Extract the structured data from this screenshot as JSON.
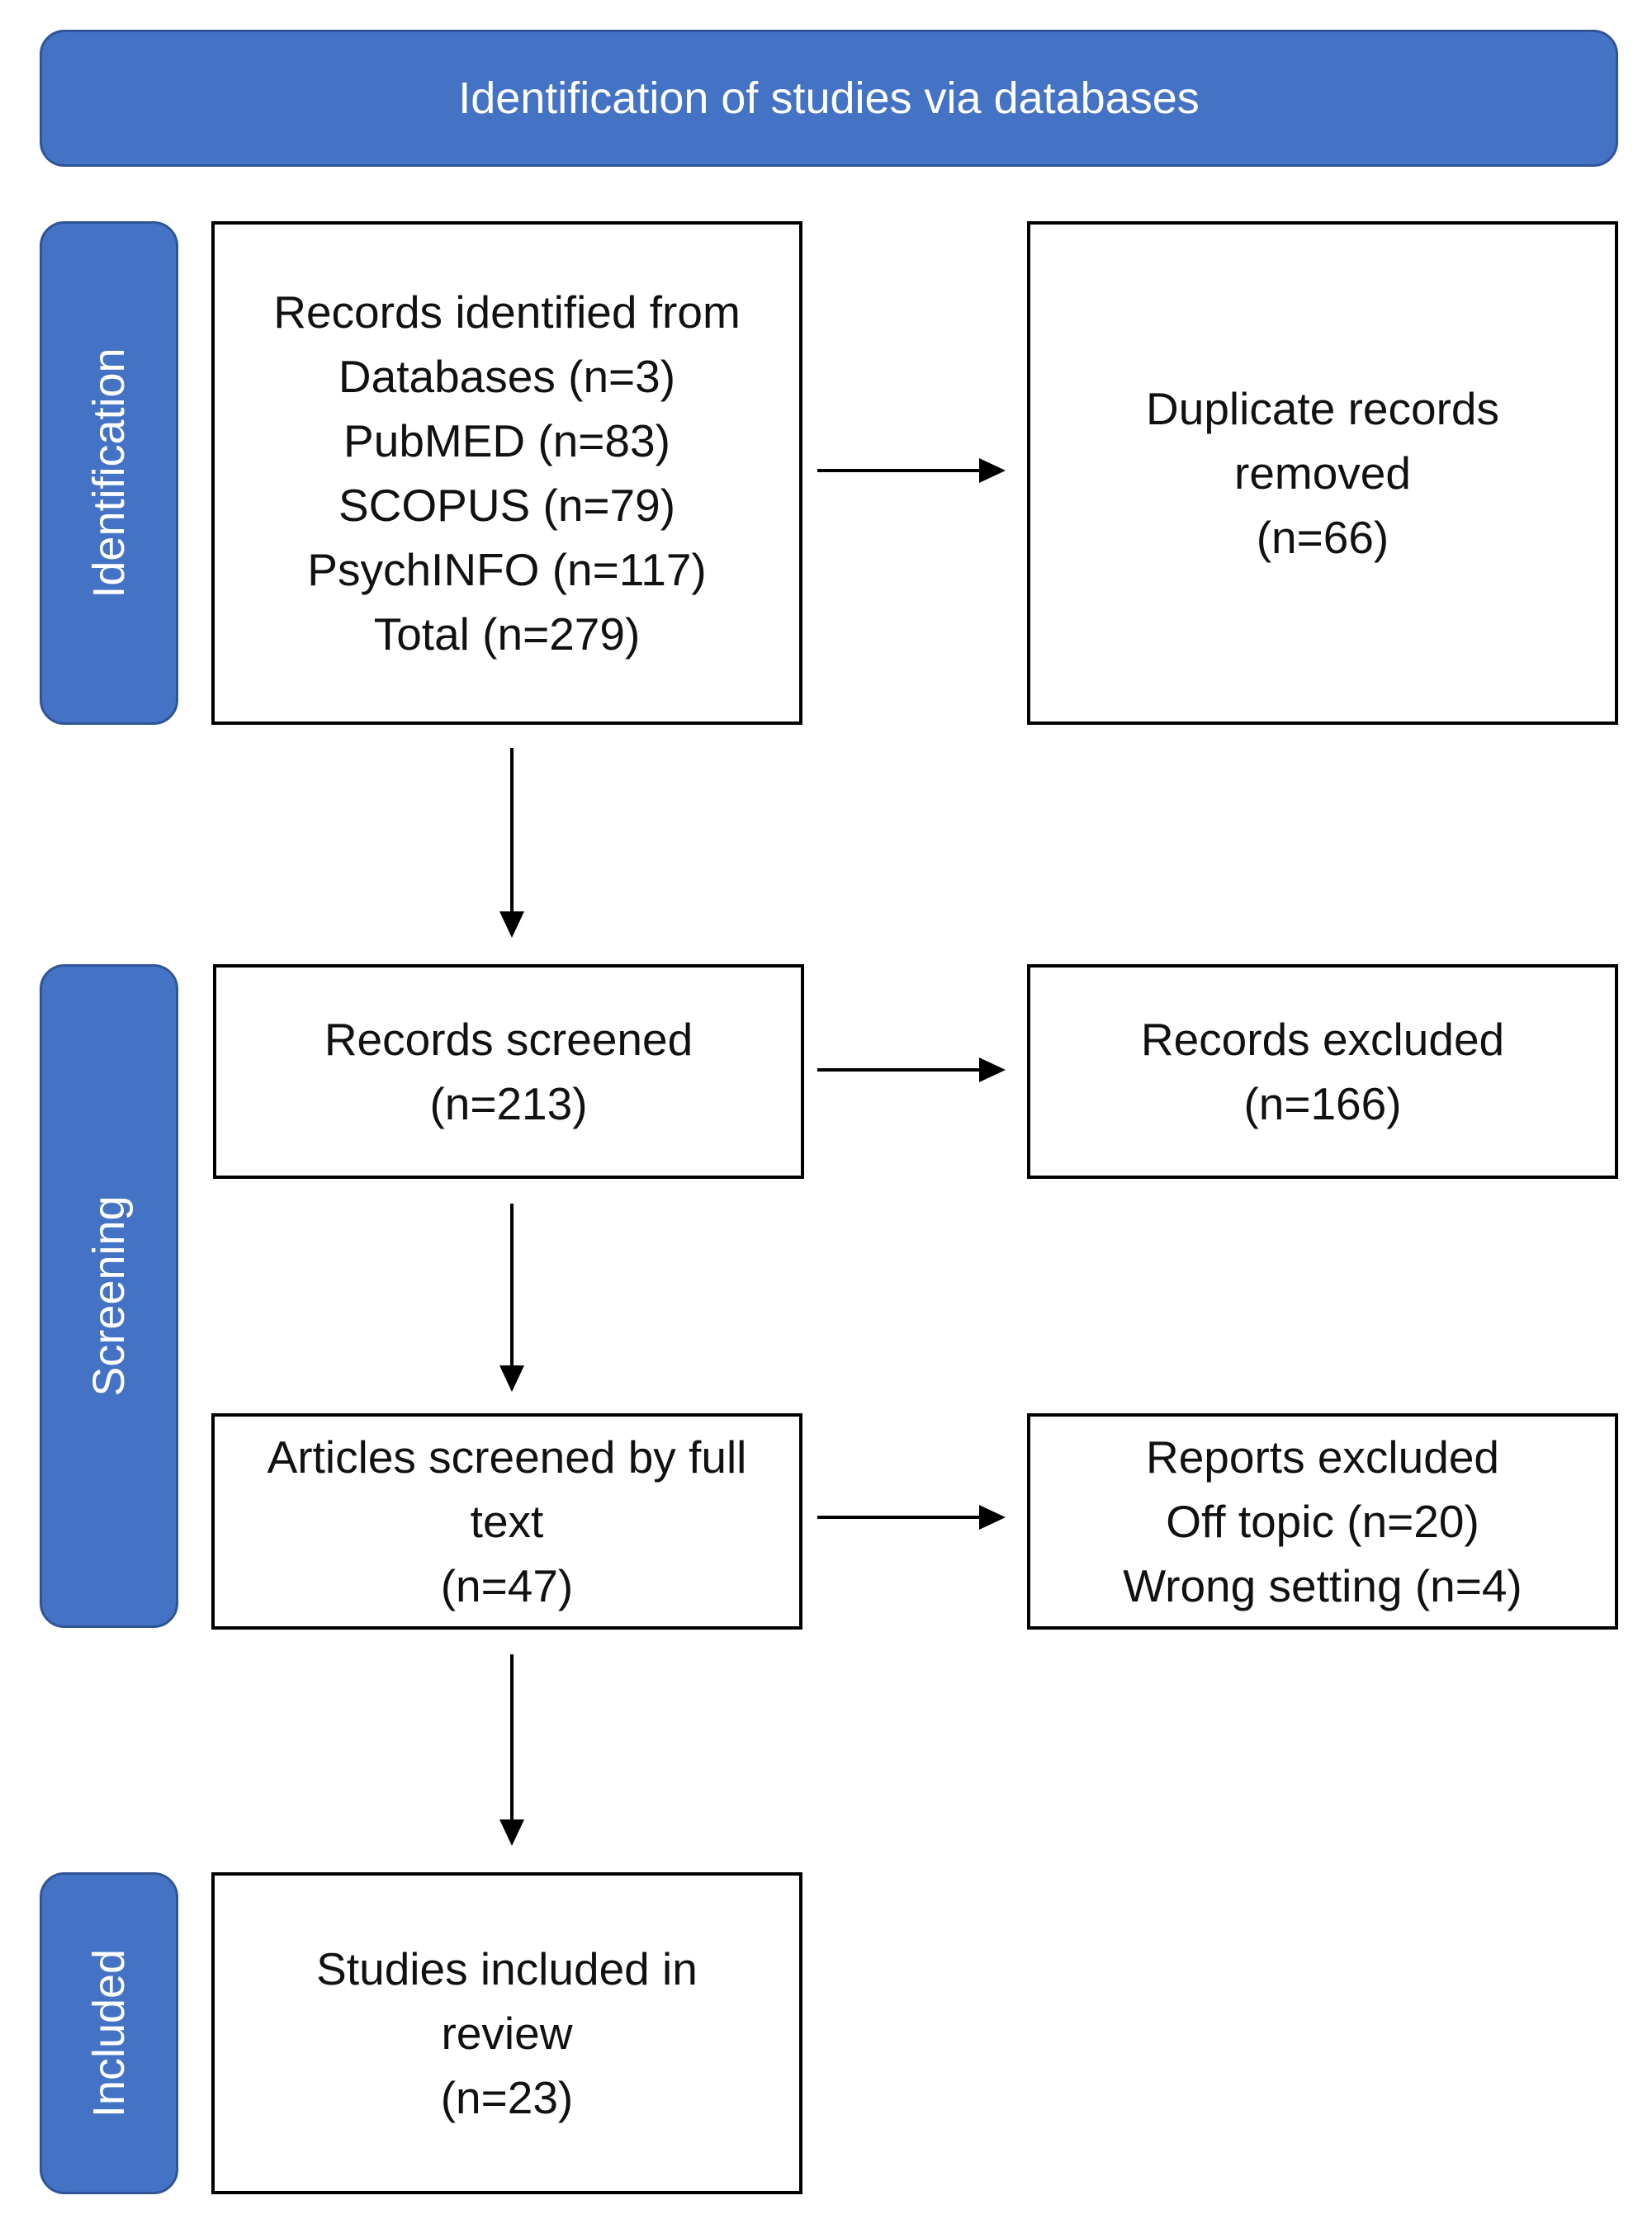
{
  "header": {
    "title": "Identification of studies via databases"
  },
  "stages": {
    "identification": "Identification",
    "screening": "Screening",
    "included": "Included"
  },
  "boxes": {
    "records_identified": {
      "lines": [
        "Records identified from",
        "Databases (n=3)",
        "PubMED (n=83)",
        "SCOPUS (n=79)",
        "PsychINFO (n=117)",
        "Total (n=279)"
      ]
    },
    "duplicates_removed": {
      "lines": [
        "Duplicate records",
        "removed",
        "(n=66)"
      ]
    },
    "records_screened": {
      "lines": [
        "Records screened",
        "(n=213)"
      ]
    },
    "records_excluded": {
      "lines": [
        "Records excluded",
        "(n=166)"
      ]
    },
    "full_text": {
      "lines": [
        "Articles screened by full",
        "text",
        "(n=47)"
      ]
    },
    "reports_excluded": {
      "lines": [
        "Reports excluded",
        "Off topic (n=20)",
        "Wrong setting (n=4)"
      ]
    },
    "included": {
      "lines": [
        "Studies included in",
        "review",
        "(n=23)"
      ]
    }
  },
  "colors": {
    "stage_fill": "#4472c4",
    "stage_border": "#2f5597",
    "box_border": "#000000",
    "arrow": "#000000"
  }
}
